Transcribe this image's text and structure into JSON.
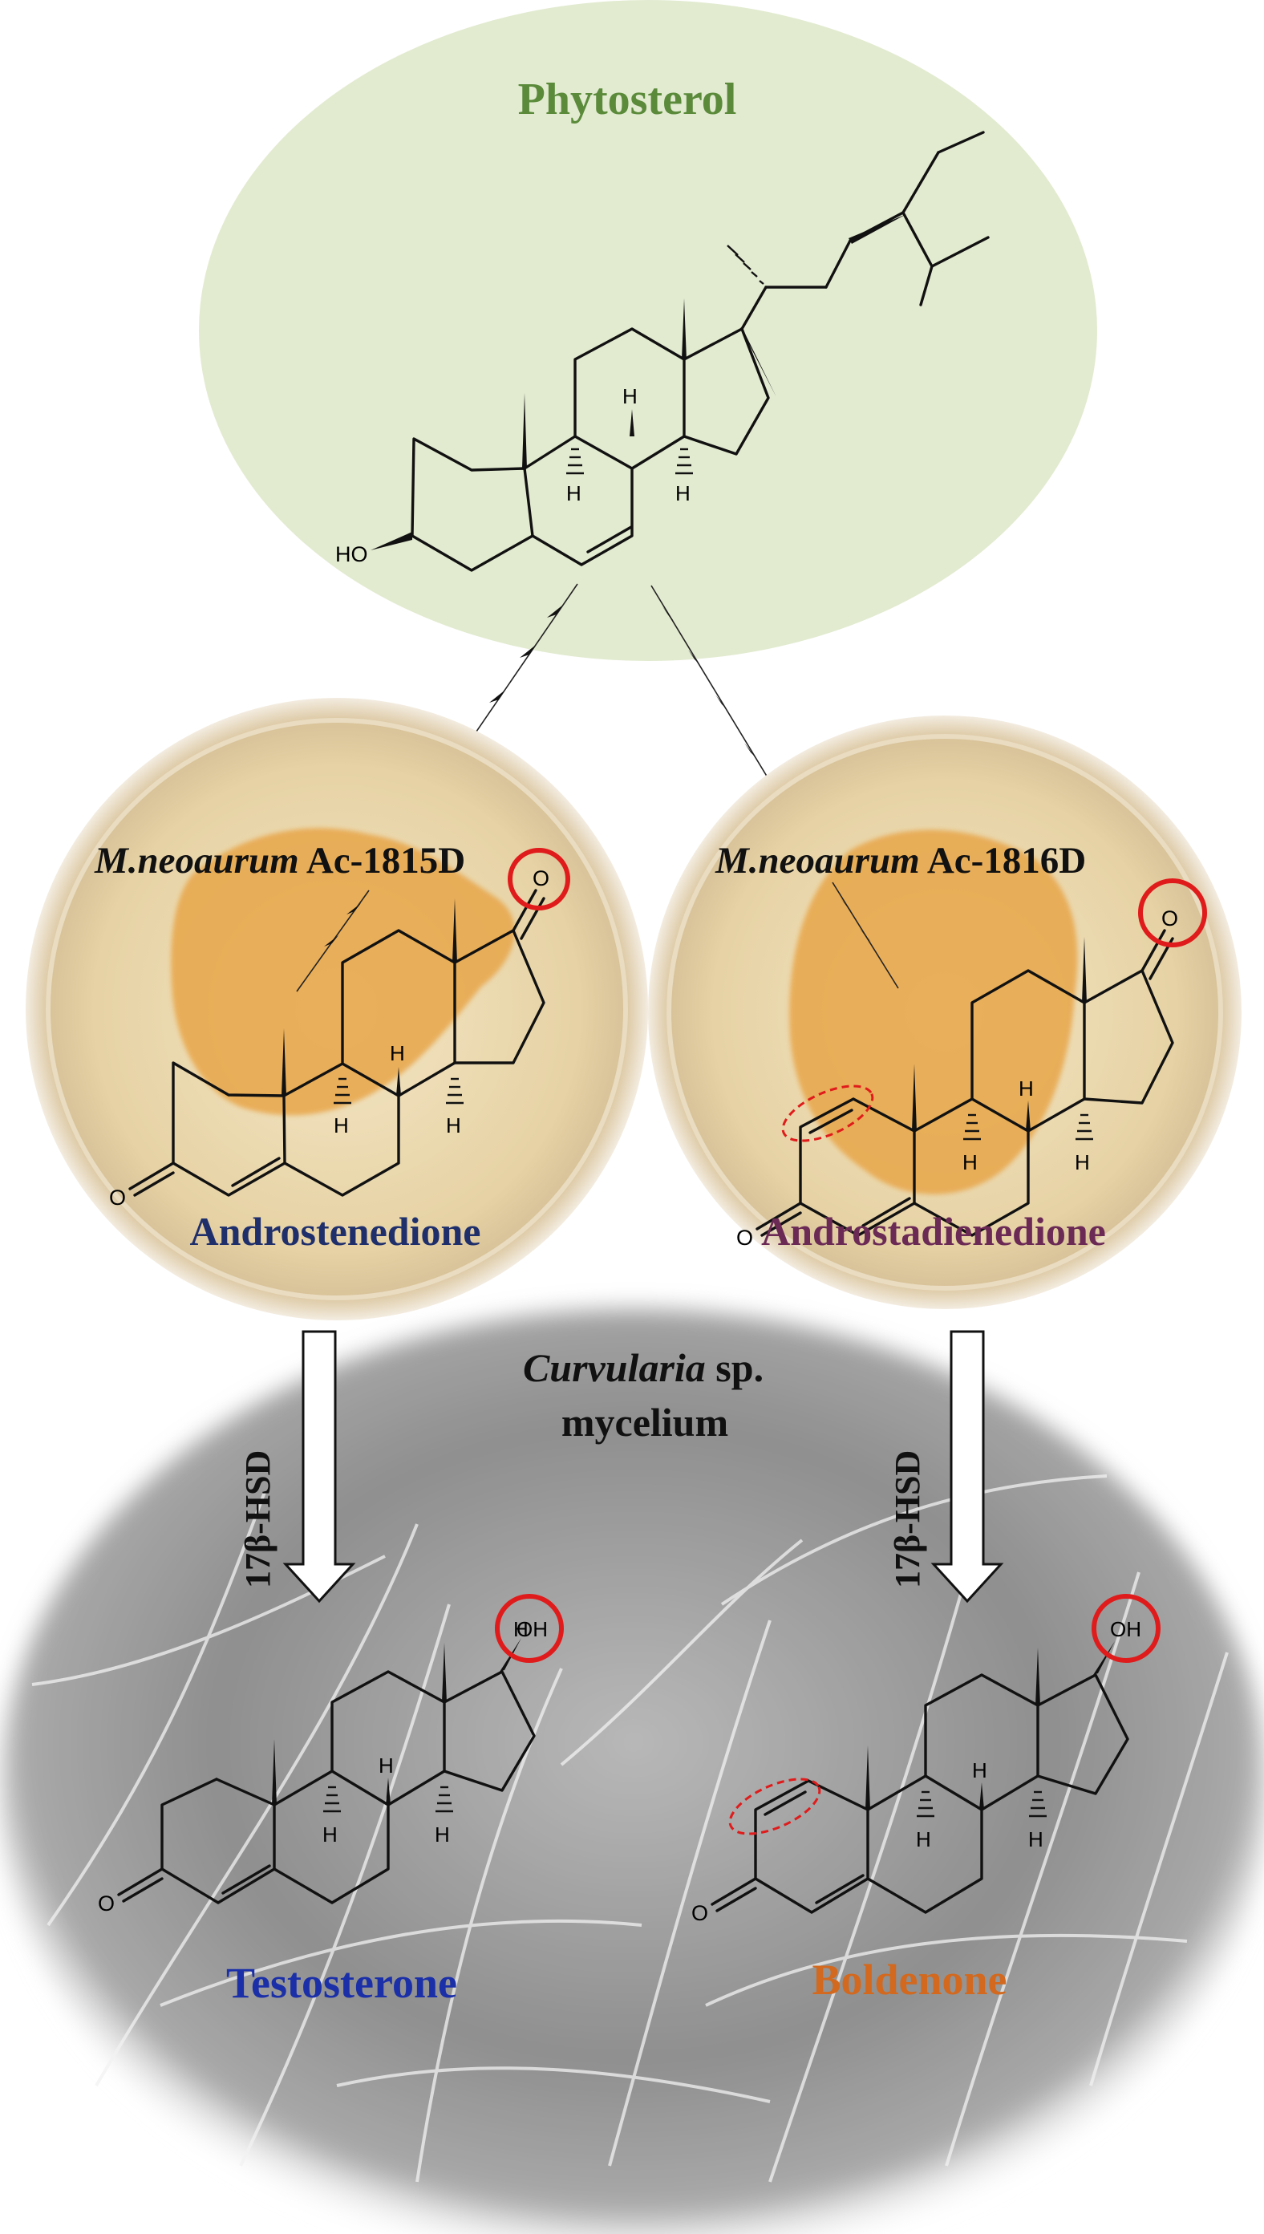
{
  "colors": {
    "phytosterol_bg": "#e2ebd0",
    "phytosterol_text": "#5a8a3a",
    "androstenedione_text": "#1f2f6b",
    "androstadienedione_text": "#6b2a55",
    "testosterone_text": "#1a2fa8",
    "boldenone_text": "#d2691e",
    "highlight": "#e01b1b",
    "plate_culture": "#e8a64a",
    "mycelium_bg": "#9a9a9a"
  },
  "labels": {
    "phytosterol": "Phytosterol",
    "strain_left_species": "M.neoaurum",
    "strain_left_id": " Ac-1815D",
    "strain_right_species": "M.neoaurum",
    "strain_right_id": " Ac-1816D",
    "androstenedione": "Androstenedione",
    "androstadienedione": "Androstadienedione",
    "fungus_genus": "Curvularia",
    "fungus_sp": " sp.",
    "fungus_mycelium": "mycelium",
    "enzyme_left": "17β-HSD",
    "enzyme_right": "17β-HSD",
    "testosterone": "Testosterone",
    "boldenone": "Boldenone"
  },
  "atoms": {
    "ho": "HO",
    "oxygen": "O",
    "hydroxyl": "OH",
    "hydrogen": "H"
  },
  "icons": [
    "multistep-arrow-icon",
    "hollow-down-arrow-icon",
    "red-circle-highlight-icon",
    "dashed-ellipse-highlight-icon"
  ]
}
